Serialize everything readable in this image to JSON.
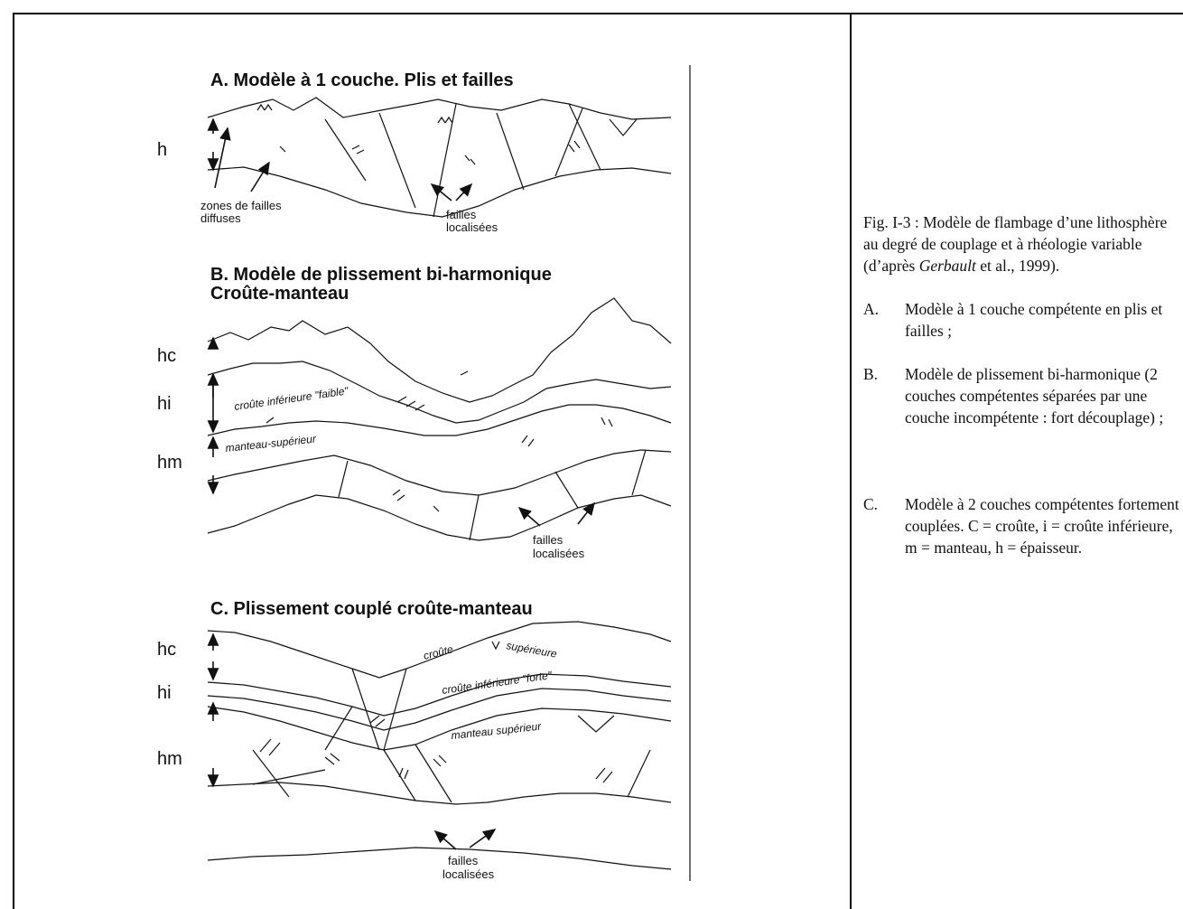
{
  "figure": {
    "panel_a": {
      "title": "A. Modèle à 1 couche. Plis et failles",
      "h": "h",
      "zones_1": "zones de failles",
      "zones_2": "diffuses",
      "failles_1": "failles",
      "failles_2": "localisées"
    },
    "panel_b": {
      "title_1": "B. Modèle de plissement bi-harmonique",
      "title_2": "Croûte-manteau",
      "hc": "hc",
      "hi": "hi",
      "hm": "hm",
      "croute_inf": "croûte inférieure \"faible\"",
      "manteau_sup": "manteau-supérieur",
      "failles_1": "failles",
      "failles_2": "localisées"
    },
    "panel_c": {
      "title": "C. Plissement couplé croûte-manteau",
      "hc": "hc",
      "hi": "hi",
      "hm": "hm",
      "croute_sup_1": "croûte",
      "croute_sup_2": "supérieure",
      "croute_inf": "croûte inférieure \"forte\"",
      "manteau_sup": "manteau supérieur",
      "failles_1": "failles",
      "failles_2": "localisées"
    }
  },
  "caption": {
    "intro_1": "Fig. I-3 : Modèle de flambage d’une lithosphère au degré de couplage et à rhéologie variable (d’après ",
    "intro_author": "Gerbault",
    "intro_2": " et al., 1999).",
    "items": [
      {
        "letter": "A.",
        "text": "Modèle à 1 couche compétente en plis et failles ;"
      },
      {
        "letter": "B.",
        "text": "Modèle de plissement bi-harmonique (2 couches compétentes séparées par une couche incompétente : fort découplage) ;"
      },
      {
        "letter": "C.",
        "text": "Modèle à 2 couches compétentes fortement couplées. C = croûte, i = croûte inférieure, m = manteau, h = épaisseur."
      }
    ]
  }
}
